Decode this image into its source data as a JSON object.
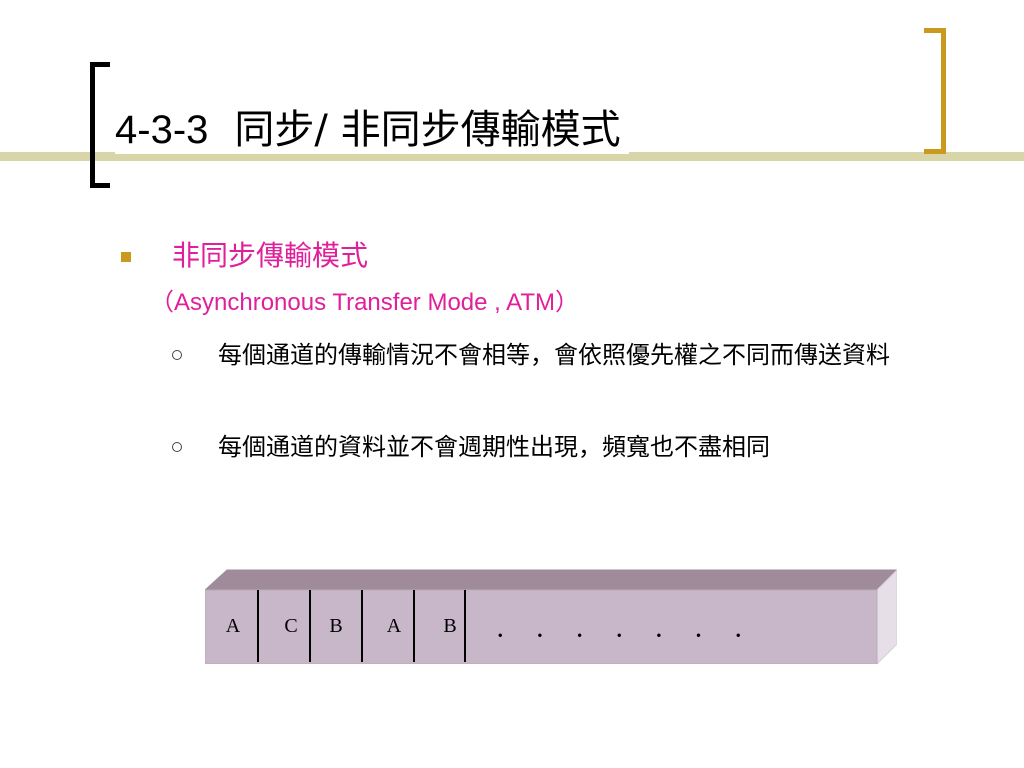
{
  "slide": {
    "title_number": "4-3-3",
    "title_text": "同步/ 非同步傳輸模式"
  },
  "content": {
    "bullet1_label": "非同步傳輸模式",
    "bullet1_sub": "（Asynchronous Transfer Mode , ATM）",
    "sub_bullets": [
      "每個通道的傳輸情況不會相等，會依照優先權之不同而傳送資料",
      "每個通道的資料並不會週期性出現，頻寬也不盡相同"
    ]
  },
  "diagram": {
    "cells": [
      "A",
      "C",
      "B",
      "A",
      "B"
    ],
    "continuation": [
      "．",
      "．",
      "．",
      "．",
      "．",
      "．",
      "．"
    ],
    "fill_color": "#c8b7c9",
    "top_color": "#a08b9b",
    "side_color": "#e7dfe8"
  },
  "colors": {
    "accent_magenta": "#e0209b",
    "bracket_gold": "#c99a1e",
    "title_band": "#d8d5a8"
  }
}
